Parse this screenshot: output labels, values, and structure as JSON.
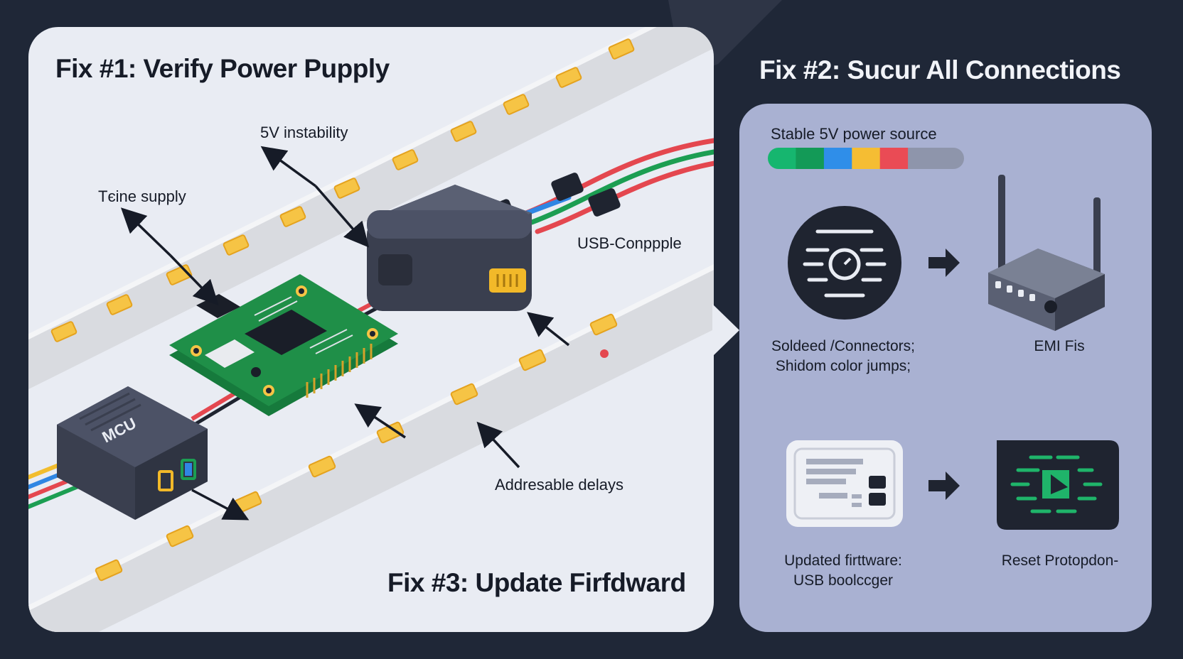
{
  "titles": {
    "fix1": "Fix #1: Verify Power Pupply",
    "fix2": "Fix #2: Sucur All Connections",
    "fix3": "Fix #3: Update Firfdward"
  },
  "left_labels": {
    "instability": "5V instability",
    "supply": "Tєіne supply",
    "usb": "USB-Conppple",
    "delays": "Addresable delays",
    "mcu": "MCU"
  },
  "right_panel": {
    "power_source": "Stable 5V power source",
    "power_bar_colors": [
      "#16b66f",
      "#139a57",
      "#2f8ee9",
      "#f5bd33",
      "#ea4b55",
      "#8e95ab",
      "#8e95ab"
    ],
    "connectors_line1": "Soldeed /Connectors;",
    "connectors_line2": "Shidom color jumps;",
    "emi": "EMI Fis",
    "firmware_line1": "Updated firttware:",
    "firmware_line2": "USB boolccger",
    "reset": "Reset Protopdon-"
  },
  "colors": {
    "background": "#1f2737",
    "left_panel": "#e9ecf3",
    "right_panel": "#a9b1d2",
    "pcb": "#1f8f48",
    "device": "#3a3f4f",
    "led": "#f6c445",
    "wire_red": "#e4474f",
    "wire_green": "#1c9e52",
    "wire_blue": "#2f86e3",
    "wire_yellow": "#f2bd2e"
  }
}
